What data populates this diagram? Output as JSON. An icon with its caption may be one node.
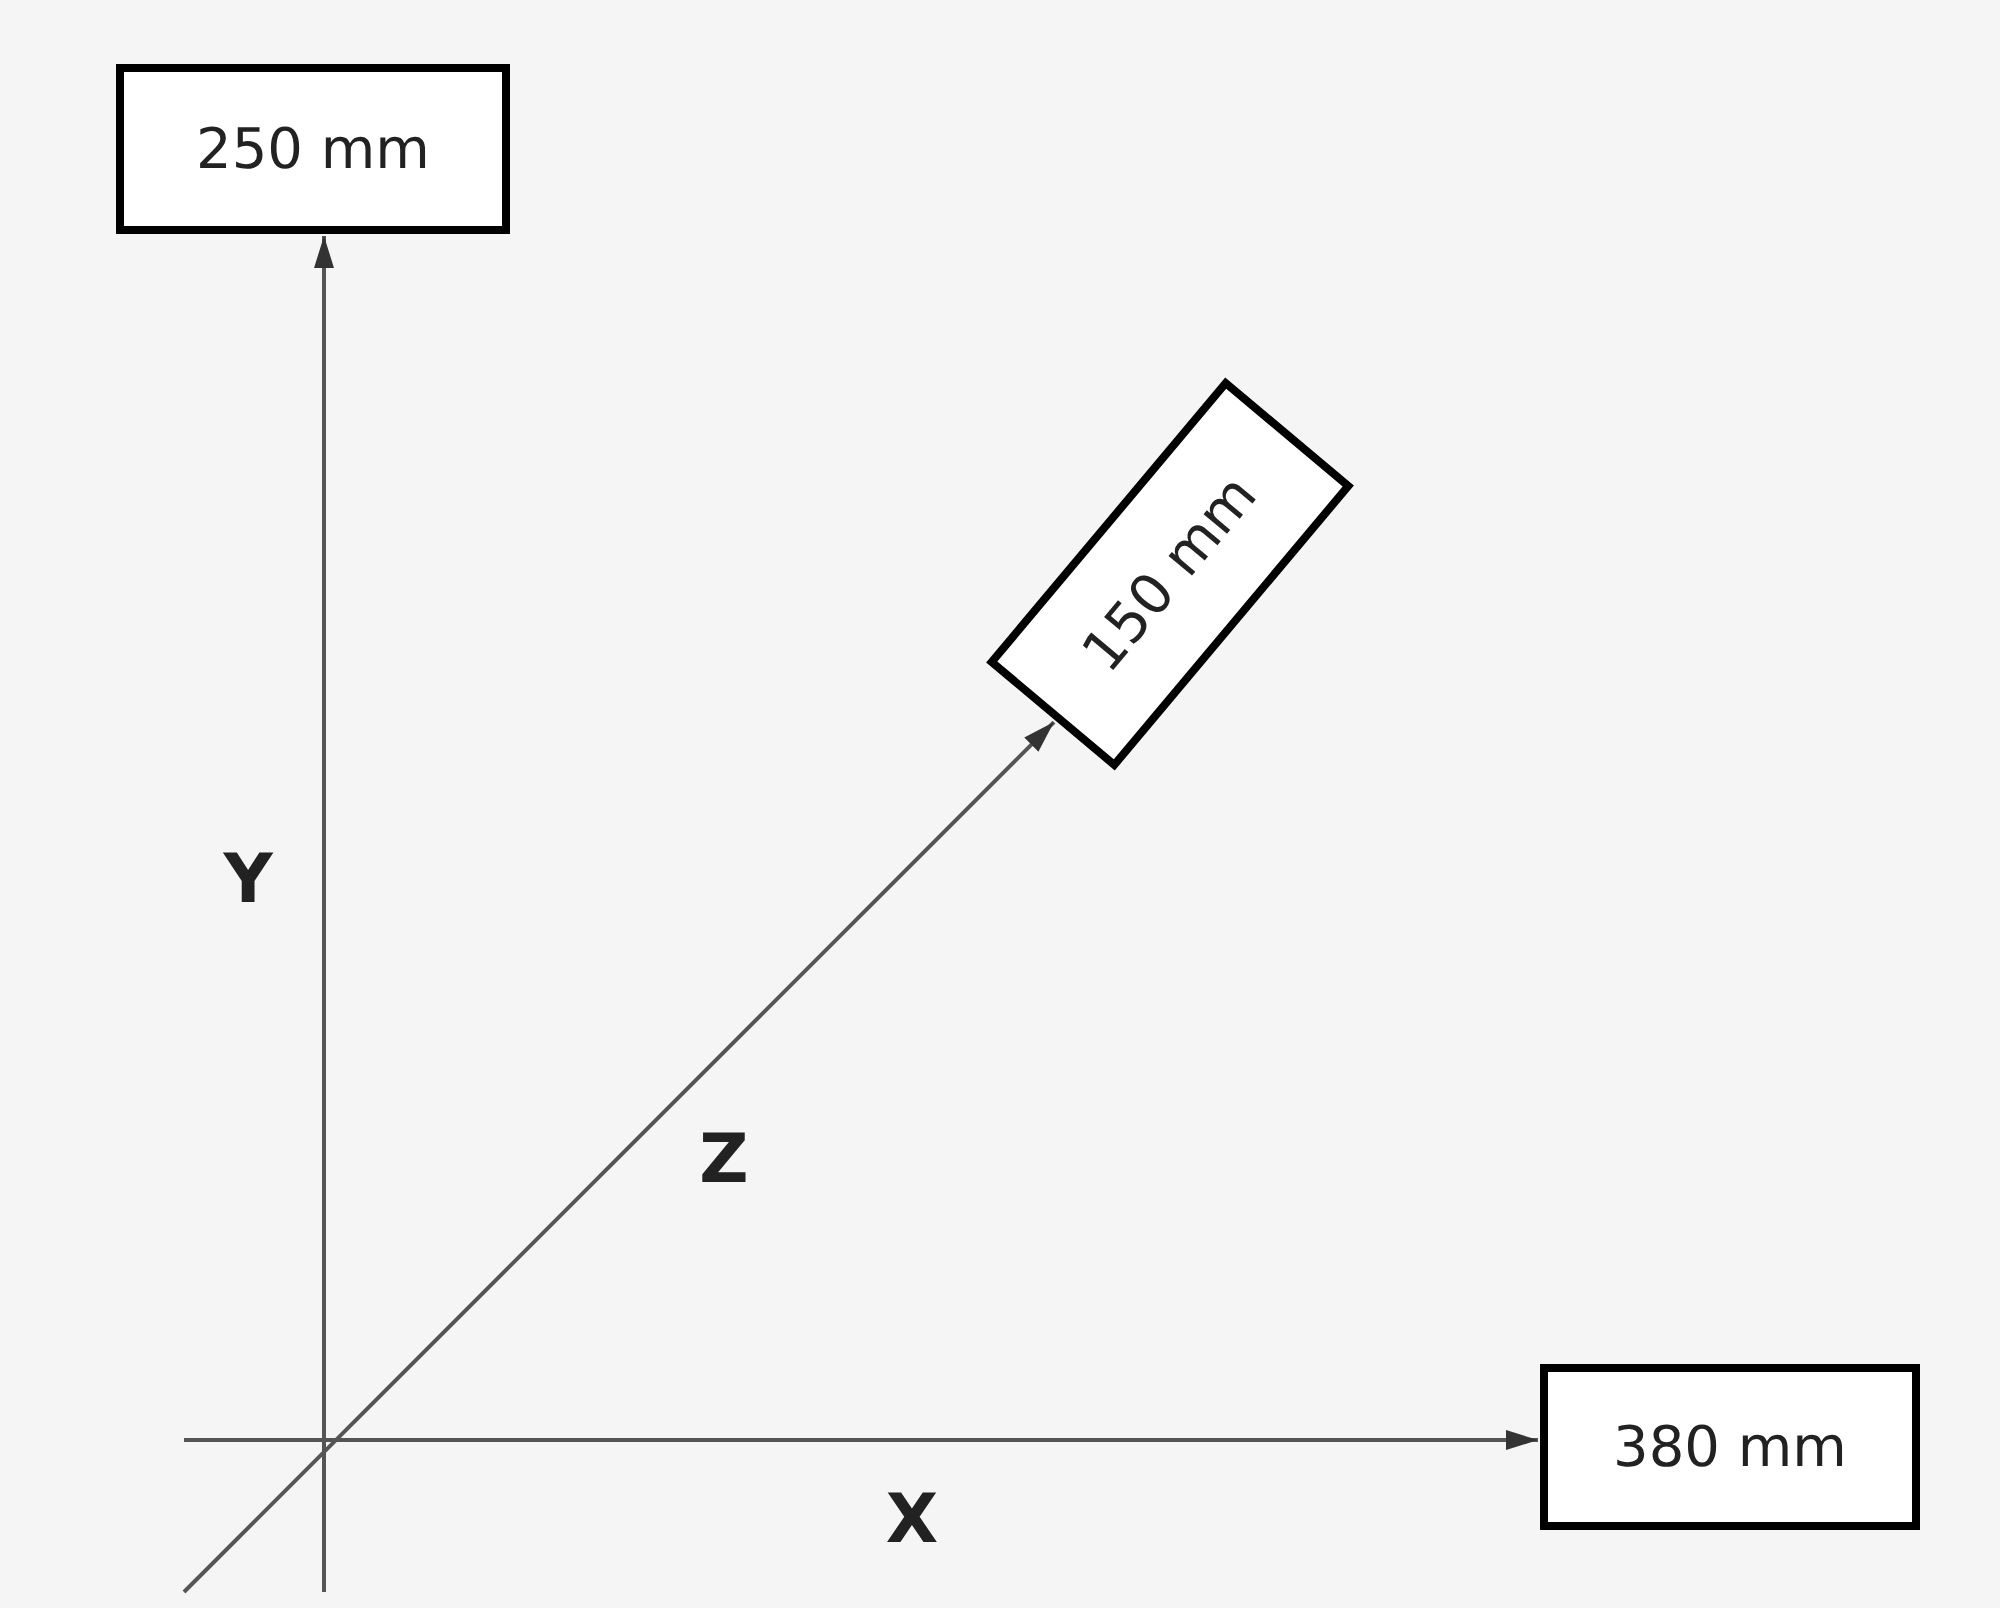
{
  "diagram": {
    "nodes": [
      {
        "text": [
          "250 mm"
        ]
      },
      {
        "text": [
          "150 mm"
        ]
      },
      {
        "text": [
          "380 mm"
        ]
      }
    ],
    "edges": [
      {
        "from": null,
        "to": 0,
        "arrow": "to",
        "label": "Y"
      },
      {
        "from": null,
        "to": 1,
        "arrow": "to",
        "label": "Z"
      },
      {
        "from": null,
        "to": 2,
        "arrow": "to",
        "label": "X"
      }
    ]
  }
}
